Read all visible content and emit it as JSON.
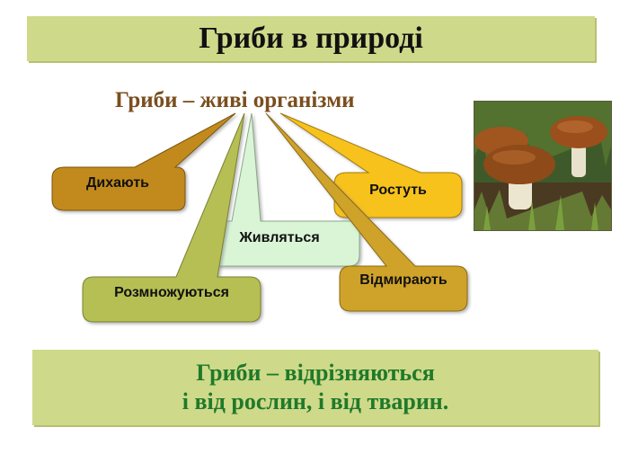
{
  "title": "Гриби в природі",
  "subtitle": "Гриби – живі організми",
  "callouts": {
    "breathe": "Дихають",
    "grow": "Ростуть",
    "feed": "Живляться",
    "reproduce": "Розмножуються",
    "die": "Відмирають"
  },
  "conclusion": {
    "line1": "Гриби – відрізняються",
    "line2": "і від рослин, і від тварин."
  },
  "colors": {
    "band": "#cfd98a",
    "breathe": "#c28a1c",
    "grow": "#f7c21a",
    "feed": "#d9f5d6",
    "reproduce": "#b6bf52",
    "die": "#cfa32a"
  },
  "photo_icon": "mushroom-photo"
}
